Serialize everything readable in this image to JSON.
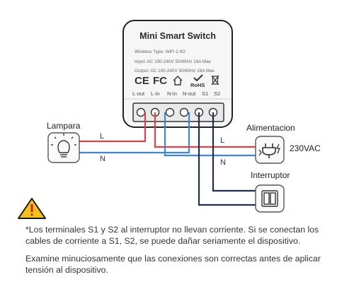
{
  "device": {
    "title": "Mini Smart Switch",
    "spec_lines": [
      "Wireless Type: WiFi 2.4G",
      "Input: AC 100-240V 50/60Hz 16A Max",
      "Output: AC 100-240V 50/60Hz 16A Max"
    ],
    "certifications": [
      "CE",
      "FC",
      "RoHS"
    ],
    "terminals": [
      "L-out",
      "L-in",
      "N-in",
      "N-out",
      "S1",
      "S2"
    ]
  },
  "labels": {
    "lamp": "Lampara",
    "power": "Alimentacion",
    "voltage": "230VAC",
    "switch": "Interruptor"
  },
  "wires": {
    "live": "L",
    "neutral": "N",
    "live_color": "#e0404a",
    "neutral_color": "#3f86d6",
    "switch_color": "#1e2f4d"
  },
  "icons": [
    "light-bulb-icon",
    "plug-icon",
    "wall-switch-icon",
    "warning-icon",
    "house-icon",
    "recycle-bin-icon"
  ],
  "notes": {
    "warning": "*Los terminales S1 y S2 al interruptor no llevan corriente. Si se conectan los cables de corriente a S1, S2, se puede dañar seriamente el dispositivo.",
    "check": "Examine minuciosamente que las conexiones son correctas antes de aplicar tensión al dispositivo."
  }
}
